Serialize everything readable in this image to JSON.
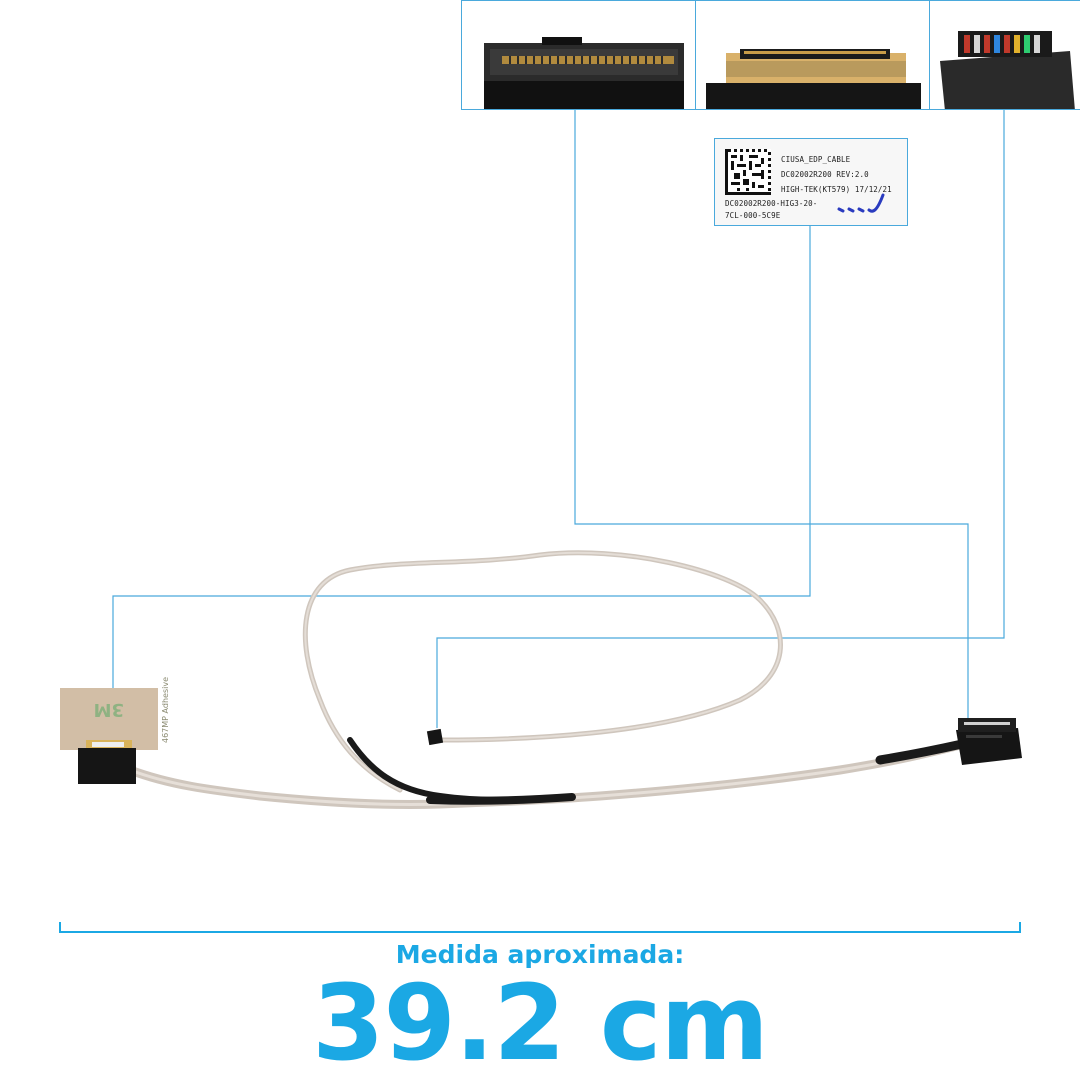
{
  "label": {
    "line1": "CIUSA_EDP_CABLE",
    "line2": "DC02002R200  REV:2.0",
    "line3": "HIGH-TEK(KT579) 17/12/21",
    "line4": "DC02002R200-HIG3-20-",
    "line5": "7CL-000-5C9E"
  },
  "tape": {
    "brand": "3M",
    "text": "467MP Adhesive"
  },
  "measurement": {
    "caption": "Medida aproximada:",
    "value": "39.2 cm"
  },
  "colors": {
    "accent": "#1ba8e4",
    "guide": "#4aa9dc",
    "cable": "#d8d0c8",
    "connector": "#151515"
  }
}
